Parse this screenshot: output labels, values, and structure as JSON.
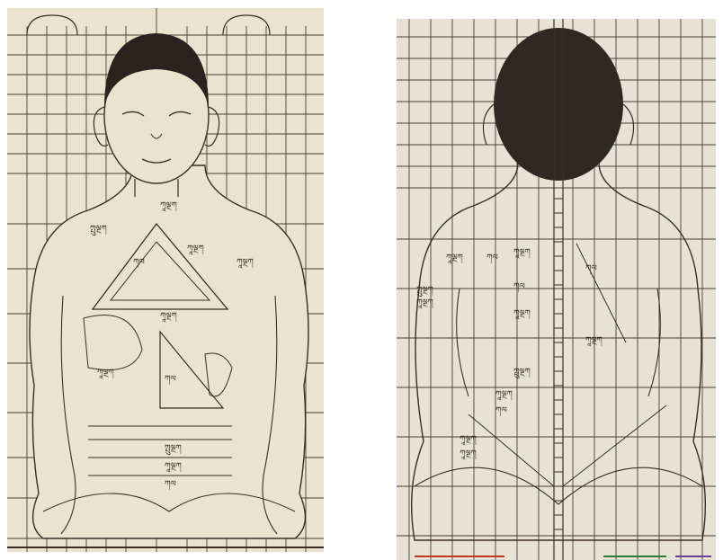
{
  "figures": [
    {
      "id": "front",
      "view": "front",
      "paper_color": "#ece3cf",
      "hair_color": "#2a2320",
      "ink_color": "#3a2e22",
      "scribble_glyphs": [
        "ཀཱལྔཀ",
        "ཀལ",
        "ཀྤུལྔཀ"
      ]
    },
    {
      "id": "back",
      "view": "back",
      "paper_color": "#e8e2d4",
      "hair_color": "#2f2823",
      "ink_color": "#3a2e22",
      "accent_colors": [
        "#c0392b",
        "#2e7d32",
        "#6a3fa0"
      ]
    }
  ]
}
